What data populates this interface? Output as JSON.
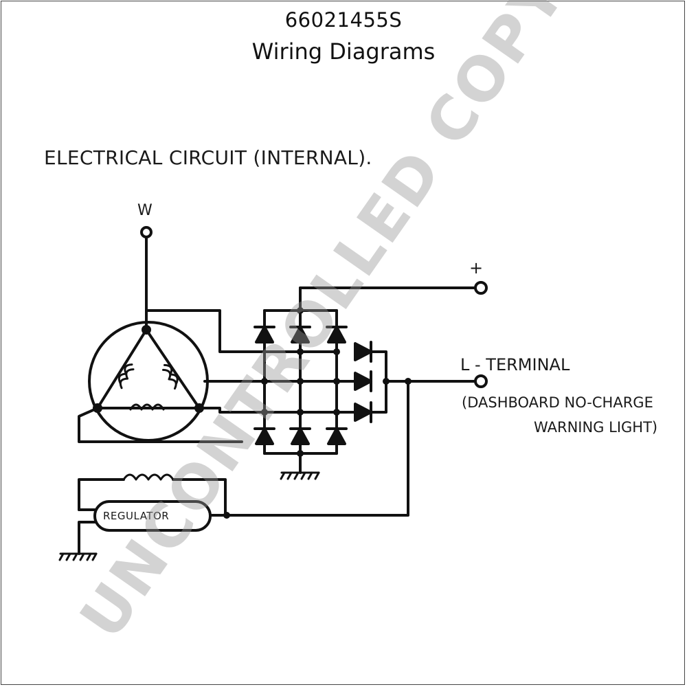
{
  "header": {
    "part_number": "66021455S",
    "title": "Wiring Diagrams"
  },
  "diagram": {
    "section_title": "ELECTRICAL CIRCUIT (INTERNAL).",
    "terminals": {
      "w": "W",
      "positive": "+",
      "l_terminal": "L - TERMINAL",
      "l_terminal_note_line1": "(DASHBOARD NO-CHARGE",
      "l_terminal_note_line2": "WARNING LIGHT)"
    },
    "regulator_label": "REGULATOR"
  },
  "watermark": "UNCONTROLLED COPY",
  "colors": {
    "line": "#111111",
    "watermark": "#969696"
  }
}
